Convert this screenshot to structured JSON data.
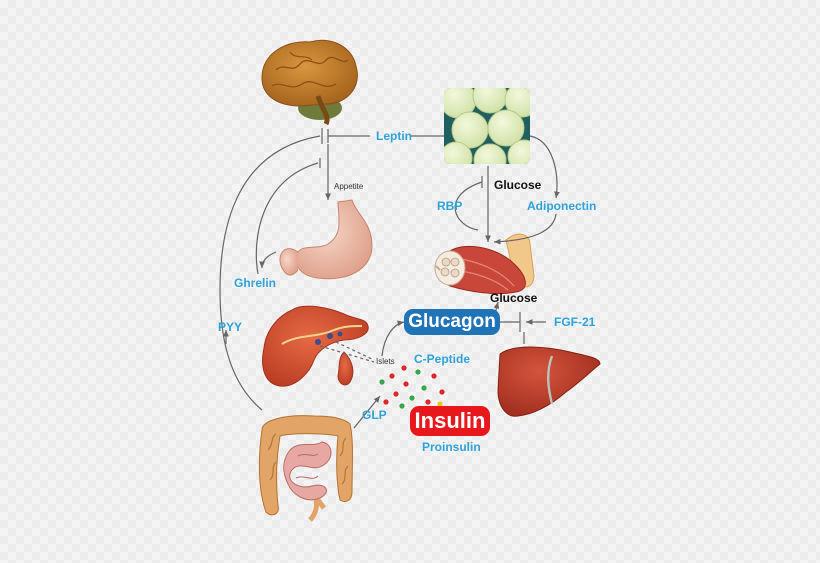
{
  "labels": {
    "leptin": "Leptin",
    "appetite": "Appetite",
    "glucose_top": "Glucose",
    "rbp": "RBP",
    "adiponectin": "Adiponectin",
    "glucose_bottom": "Glucose",
    "ghrelin": "Ghrelin",
    "pyy": "PYY",
    "glucagon": "Glucagon",
    "fgf21": "FGF-21",
    "islets": "Islets",
    "c_peptide": "C-Peptide",
    "glp": "GLP",
    "insulin": "Insulin",
    "proinsulin": "Proinsulin"
  },
  "organs": [
    "brain",
    "adipose-tissue",
    "stomach",
    "muscle",
    "pancreas",
    "liver",
    "intestine"
  ],
  "colors": {
    "label_blue": "#2ea3d6",
    "glucagon": "#1f73b7",
    "insulin": "#e8171b",
    "arrow": "#666666"
  }
}
